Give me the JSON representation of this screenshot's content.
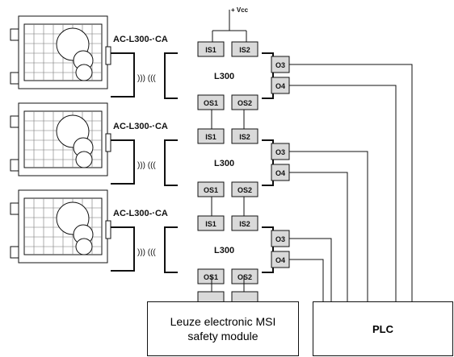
{
  "supply": {
    "label": "+ Vcc"
  },
  "sensors": [
    {
      "model": "AC-L300-·CA",
      "unit": "L300",
      "inputs": [
        "IS1",
        "IS2"
      ],
      "outputs": [
        "OS1",
        "OS2"
      ],
      "aux": [
        "O3",
        "O4"
      ],
      "wireless": [
        "))) ((("
      ]
    },
    {
      "model": "AC-L300-·CA",
      "unit": "L300",
      "inputs": [
        "IS1",
        "IS2"
      ],
      "outputs": [
        "OS1",
        "OS2"
      ],
      "aux": [
        "O3",
        "O4"
      ],
      "wireless": [
        "))) ((("
      ]
    },
    {
      "model": "AC-L300-·CA",
      "unit": "L300",
      "inputs": [
        "IS1",
        "IS2"
      ],
      "outputs": [
        "OS1",
        "OS2"
      ],
      "aux": [
        "O3",
        "O4"
      ],
      "wireless": [
        "))) ((("
      ]
    }
  ],
  "safety_module": {
    "label": "Leuze electronic MSI\nsafety module"
  },
  "plc": {
    "label": "PLC"
  }
}
